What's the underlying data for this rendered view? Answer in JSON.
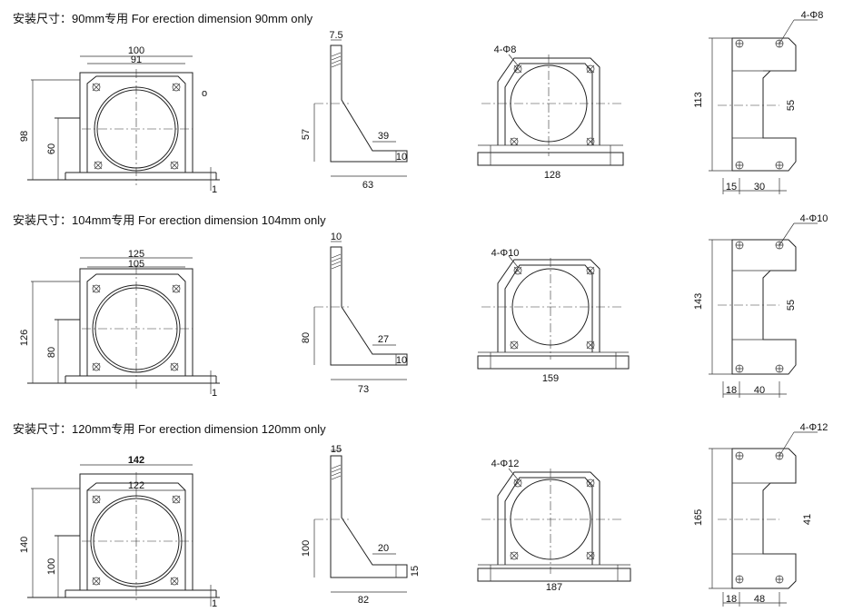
{
  "rows": [
    {
      "title": "安装尺寸：90mm专用 For erection dimension 90mm only",
      "front": {
        "width_outer": "100",
        "width_inner": "91",
        "height_total": "98",
        "height_center": "60"
      },
      "side": {
        "top": "7.5",
        "height": "57",
        "foot": "39",
        "thickness": "10",
        "base": "63"
      },
      "bottom": {
        "holes": "4-Φ8",
        "width": "128"
      },
      "plate": {
        "holes": "4-Φ8",
        "height": "113",
        "inner": "55",
        "edge": "15",
        "pitch": "30"
      }
    },
    {
      "title": "安装尺寸：104mm专用 For erection dimension 104mm only",
      "front": {
        "width_outer": "125",
        "width_inner": "105",
        "height_total": "126",
        "height_center": "80"
      },
      "side": {
        "top": "10",
        "height": "80",
        "foot": "27",
        "thickness": "10",
        "base": "73"
      },
      "bottom": {
        "holes": "4-Φ10",
        "width": "159"
      },
      "plate": {
        "holes": "4-Φ10",
        "height": "143",
        "inner": "55",
        "edge": "18",
        "pitch": "40"
      }
    },
    {
      "title": "安装尺寸：120mm专用 For erection dimension 120mm only",
      "front": {
        "width_outer": "142",
        "width_inner": "122",
        "height_total": "140",
        "height_center": "100"
      },
      "side": {
        "top": "15",
        "height": "100",
        "foot": "20",
        "thickness": "15",
        "base": "82"
      },
      "bottom": {
        "holes": "4-Φ12",
        "width": "187"
      },
      "plate": {
        "holes": "4-Φ12",
        "height": "165",
        "inner": "41",
        "edge": "18",
        "pitch": "48"
      }
    }
  ],
  "marks": {
    "one": "1",
    "circle": "o"
  }
}
